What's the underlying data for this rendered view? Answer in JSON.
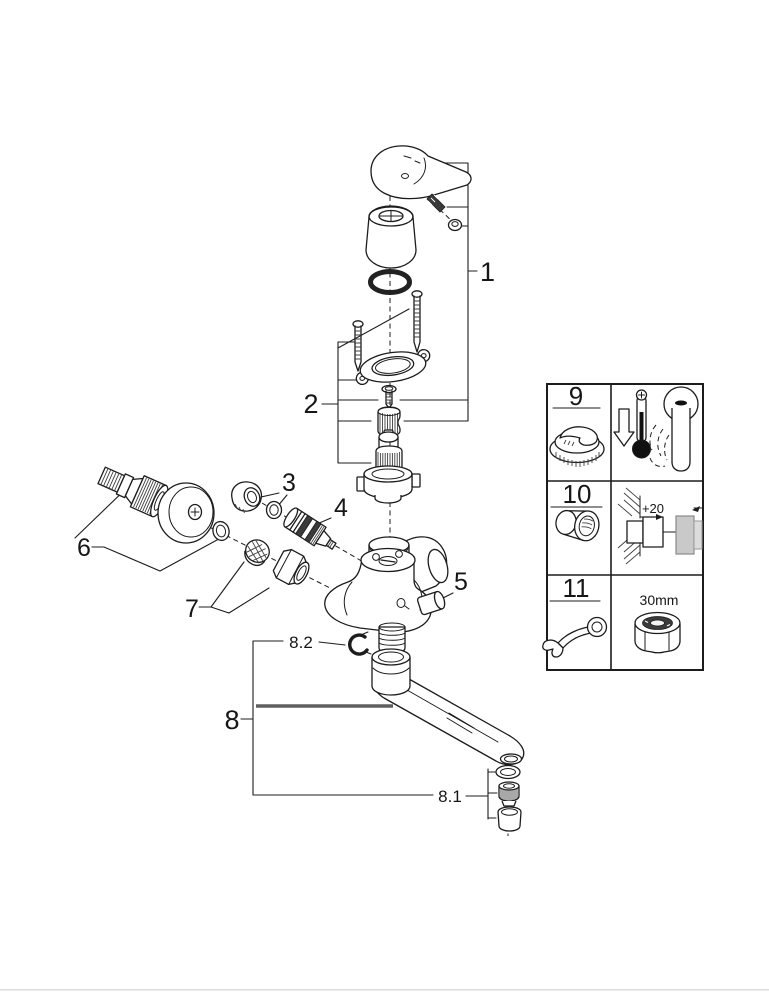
{
  "diagram": {
    "part_labels": {
      "l1": "1",
      "l2": "2",
      "l3": "3",
      "l4": "4",
      "l5": "5",
      "l6": "6",
      "l7": "7",
      "l8": "8",
      "l8_1": "8.1",
      "l8_2": "8.2"
    }
  },
  "legend": {
    "rows": [
      {
        "number": "9",
        "left_icon": "temperature-limiter-ring-icon",
        "right_icon": "thermometer-down-lever-icon"
      },
      {
        "number": "10",
        "left_icon": "extension-bushing-icon",
        "right_icon": "wall-extension-dimension-icon",
        "dimension_label": "+20"
      },
      {
        "number": "11",
        "left_icon": "wrench-icon",
        "right_icon": "hex-nut-icon",
        "size_label": "30mm"
      }
    ]
  },
  "colors": {
    "line": "#1c1c1c",
    "background": "#ffffff",
    "dark_fill": "#3a3a3a",
    "gray_fill": "#c9c9c9",
    "heavy_leader": "#5f5f5f"
  }
}
